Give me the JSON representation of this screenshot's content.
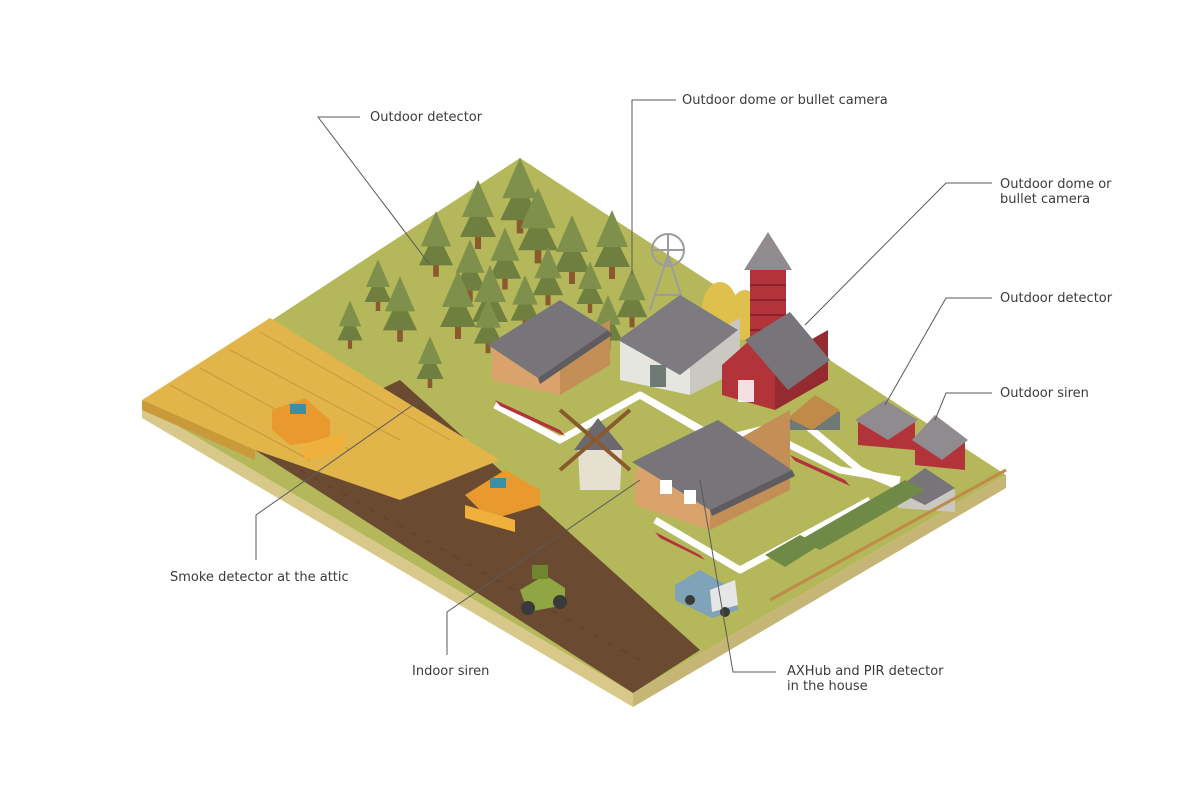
{
  "callouts": [
    {
      "id": "outdoor-detector-forest",
      "lines": [
        "Outdoor detector"
      ]
    },
    {
      "id": "camera-center",
      "lines": [
        "Outdoor dome or bullet camera"
      ]
    },
    {
      "id": "camera-right",
      "lines": [
        "Outdoor dome or",
        "bullet camera"
      ]
    },
    {
      "id": "outdoor-detector-right",
      "lines": [
        "Outdoor detector"
      ]
    },
    {
      "id": "outdoor-siren",
      "lines": [
        "Outdoor siren"
      ]
    },
    {
      "id": "smoke-detector",
      "lines": [
        "Smoke detector at the attic"
      ]
    },
    {
      "id": "indoor-siren",
      "lines": [
        "Indoor siren"
      ]
    },
    {
      "id": "axhub",
      "lines": [
        "AXHub and PIR detector",
        "in the house"
      ]
    }
  ],
  "colors": {
    "grass": "#b5b85a",
    "grass_dark": "#9da24c",
    "soil": "#6b4a32",
    "soil_side": "#8a6a3f",
    "base_side": "#d8c98a",
    "wheat": "#e2b54a",
    "tree": "#7f8f4c",
    "roof": "#77747a",
    "barn_red": "#b2343a",
    "house_wall": "#d9a36b",
    "path": "#ffffff",
    "label_text": "#3b3b3b",
    "leader_line": "#5a5a5a"
  }
}
